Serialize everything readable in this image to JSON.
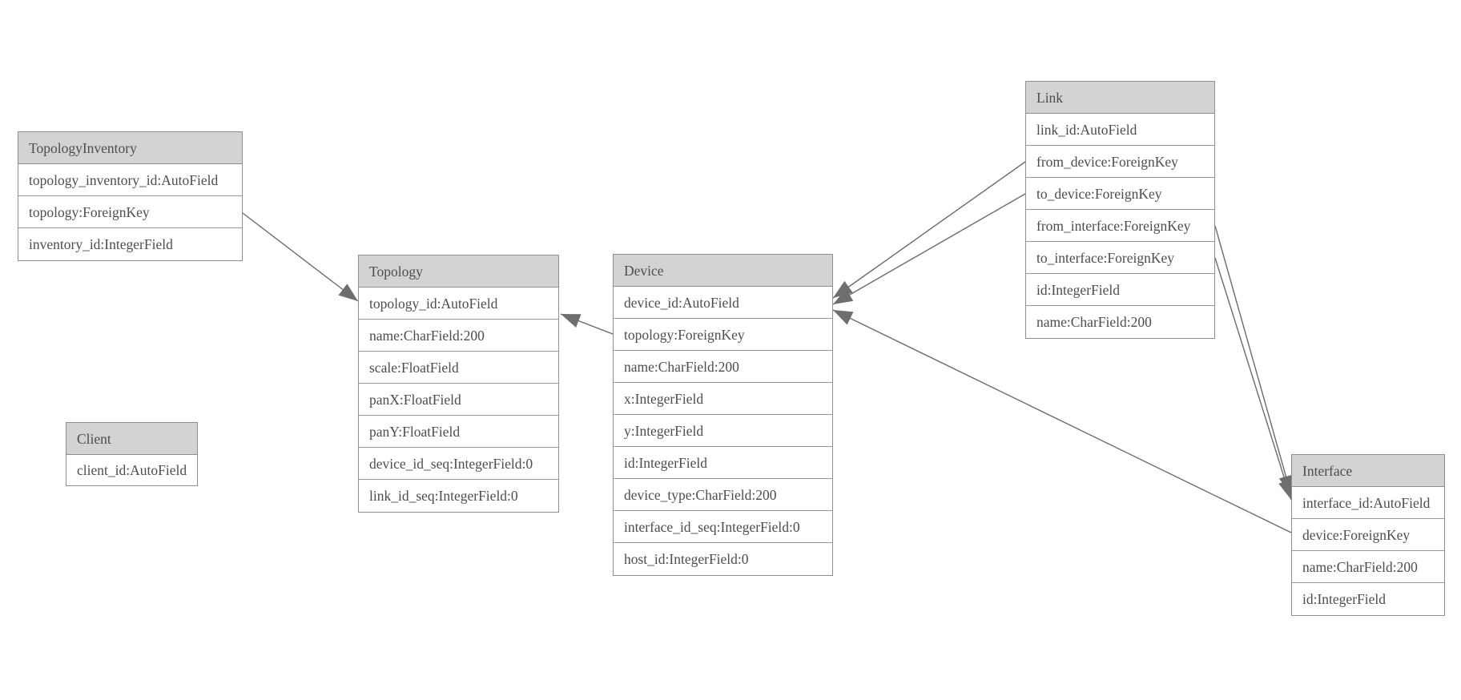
{
  "diagram": {
    "type": "entity-relationship-model",
    "colors": {
      "background": "#ffffff",
      "header_fill": "#d3d3d3",
      "border": "#8e8e8e",
      "text": "#4d4d4d",
      "relation_line": "#6b6b6b",
      "arrowhead": "#6e6e6e"
    }
  },
  "entities": {
    "topology_inventory": {
      "title": "TopologyInventory",
      "fields": [
        "topology_inventory_id:AutoField",
        "topology:ForeignKey",
        "inventory_id:IntegerField"
      ]
    },
    "topology": {
      "title": "Topology",
      "fields": [
        "topology_id:AutoField",
        "name:CharField:200",
        "scale:FloatField",
        "panX:FloatField",
        "panY:FloatField",
        "device_id_seq:IntegerField:0",
        "link_id_seq:IntegerField:0"
      ]
    },
    "client": {
      "title": "Client",
      "fields": [
        "client_id:AutoField"
      ]
    },
    "device": {
      "title": "Device",
      "fields": [
        "device_id:AutoField",
        "topology:ForeignKey",
        "name:CharField:200",
        "x:IntegerField",
        "y:IntegerField",
        "id:IntegerField",
        "device_type:CharField:200",
        "interface_id_seq:IntegerField:0",
        "host_id:IntegerField:0"
      ]
    },
    "link": {
      "title": "Link",
      "fields": [
        "link_id:AutoField",
        "from_device:ForeignKey",
        "to_device:ForeignKey",
        "from_interface:ForeignKey",
        "to_interface:ForeignKey",
        "id:IntegerField",
        "name:CharField:200"
      ]
    },
    "interface": {
      "title": "Interface",
      "fields": [
        "interface_id:AutoField",
        "device:ForeignKey",
        "name:CharField:200",
        "id:IntegerField"
      ]
    }
  },
  "relations": [
    {
      "from": "TopologyInventory.topology",
      "to": "Topology.topology_id"
    },
    {
      "from": "Device.topology",
      "to": "Topology.topology_id"
    },
    {
      "from": "Link.from_device",
      "to": "Device.device_id"
    },
    {
      "from": "Link.to_device",
      "to": "Device.device_id"
    },
    {
      "from": "Link.from_interface",
      "to": "Interface.interface_id"
    },
    {
      "from": "Link.to_interface",
      "to": "Interface.interface_id"
    },
    {
      "from": "Interface.device",
      "to": "Device.device_id"
    }
  ]
}
